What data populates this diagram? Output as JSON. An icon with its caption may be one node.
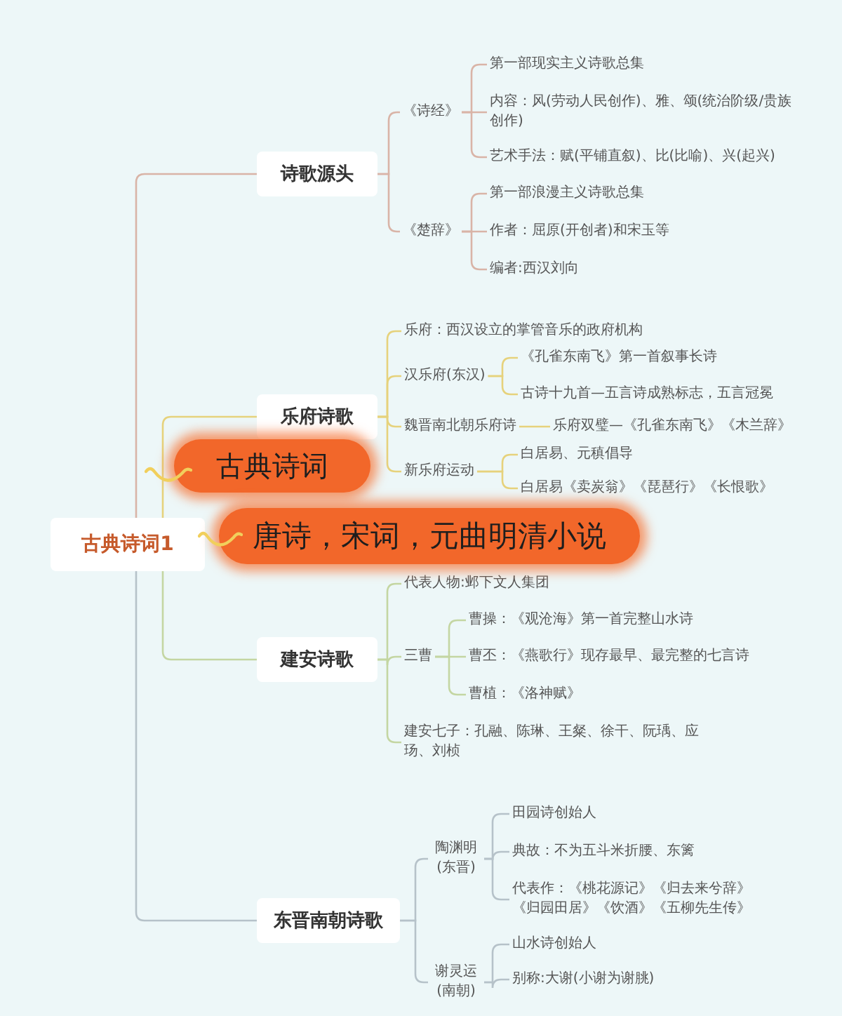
{
  "diagram": {
    "nodes": [
      {
        "text": [
          "古典诗词1"
        ]
      },
      {
        "text": [
          "诗歌源头"
        ]
      },
      {
        "text": [
          "《诗经》"
        ]
      },
      {
        "text": [
          "第一部现实主义诗歌总集"
        ]
      },
      {
        "text": [
          "内容：风(劳动人民创作)、雅、颂(统治阶级/贵族创作)"
        ]
      },
      {
        "text": [
          "艺术手法：赋(平铺直叙)、比(比喻)、兴(起兴)"
        ]
      },
      {
        "text": [
          "《楚辞》"
        ]
      },
      {
        "text": [
          "第一部浪漫主义诗歌总集"
        ]
      },
      {
        "text": [
          "作者：屈原(开创者)和宋玉等"
        ]
      },
      {
        "text": [
          "编者:西汉刘向"
        ]
      },
      {
        "text": [
          "乐府诗歌"
        ]
      },
      {
        "text": [
          "乐府：西汉设立的掌管音乐的政府机构"
        ]
      },
      {
        "text": [
          "汉乐府(东汉)"
        ]
      },
      {
        "text": [
          "《孔雀东南飞》第一首叙事长诗"
        ]
      },
      {
        "text": [
          "古诗十九首—五言诗成熟标志，五言冠冕"
        ]
      },
      {
        "text": [
          "魏晋南北朝乐府诗"
        ]
      },
      {
        "text": [
          "乐府双璧—《孔雀东南飞》《木兰辞》"
        ]
      },
      {
        "text": [
          "新乐府运动"
        ]
      },
      {
        "text": [
          "白居易、元稹倡导"
        ]
      },
      {
        "text": [
          "白居易《卖炭翁》《琵琶行》《长恨歌》"
        ]
      },
      {
        "text": [
          "古典诗词"
        ]
      },
      {
        "text": [
          "唐诗，宋词，元曲明清小说"
        ]
      },
      {
        "text": [
          "建安诗歌"
        ]
      },
      {
        "text": [
          "代表人物:邺下文人集团"
        ]
      },
      {
        "text": [
          "三曹"
        ]
      },
      {
        "text": [
          "曹操：《观沧海》第一首完整山水诗"
        ]
      },
      {
        "text": [
          "曹丕：《燕歌行》现存最早、最完整的七言诗"
        ]
      },
      {
        "text": [
          "曹植：《洛神赋》"
        ]
      },
      {
        "text": [
          "建安七子：孔融、陈琳、王粲、徐干、阮瑀、应玚、刘桢"
        ]
      },
      {
        "text": [
          "东晋南朝诗歌"
        ]
      },
      {
        "text": [
          "陶渊明(东晋)"
        ]
      },
      {
        "text": [
          "田园诗创始人"
        ]
      },
      {
        "text": [
          "典故：不为五斗米折腰、东篱"
        ]
      },
      {
        "text": [
          "代表作：《桃花源记》《归去来兮辞》《归园田居》《饮酒》《五柳先生传》"
        ]
      },
      {
        "text": [
          "谢灵运(南朝)"
        ]
      },
      {
        "text": [
          "山水诗创始人"
        ]
      },
      {
        "text": [
          "别称:大谢(小谢为谢朓)"
        ]
      }
    ],
    "edges": [
      {
        "from": 0,
        "to": 1,
        "arrow": "none",
        "color": "#d9b4a7"
      },
      {
        "from": 1,
        "to": 2,
        "arrow": "none",
        "color": "#d9b4a7"
      },
      {
        "from": 1,
        "to": 6,
        "arrow": "none",
        "color": "#d9b4a7"
      },
      {
        "from": 2,
        "to": 3,
        "arrow": "none",
        "color": "#d9b4a7"
      },
      {
        "from": 2,
        "to": 4,
        "arrow": "none",
        "color": "#d9b4a7"
      },
      {
        "from": 2,
        "to": 5,
        "arrow": "none",
        "color": "#d9b4a7"
      },
      {
        "from": 6,
        "to": 7,
        "arrow": "none",
        "color": "#d9b4a7"
      },
      {
        "from": 6,
        "to": 8,
        "arrow": "none",
        "color": "#d9b4a7"
      },
      {
        "from": 6,
        "to": 9,
        "arrow": "none",
        "color": "#d9b4a7"
      },
      {
        "from": 0,
        "to": 10,
        "arrow": "none",
        "color": "#e6d27c"
      },
      {
        "from": 10,
        "to": 11,
        "arrow": "none",
        "color": "#e6d27c"
      },
      {
        "from": 10,
        "to": 12,
        "arrow": "none",
        "color": "#e6d27c"
      },
      {
        "from": 10,
        "to": 15,
        "arrow": "none",
        "color": "#e6d27c"
      },
      {
        "from": 10,
        "to": 17,
        "arrow": "none",
        "color": "#e6d27c"
      },
      {
        "from": 12,
        "to": 13,
        "arrow": "none",
        "color": "#e6d27c"
      },
      {
        "from": 12,
        "to": 14,
        "arrow": "none",
        "color": "#e6d27c"
      },
      {
        "from": 15,
        "to": 16,
        "arrow": "none",
        "color": "#e6d27c"
      },
      {
        "from": 17,
        "to": 18,
        "arrow": "none",
        "color": "#e6d27c"
      },
      {
        "from": 17,
        "to": 19,
        "arrow": "none",
        "color": "#e6d27c"
      },
      {
        "from": 0,
        "to": 22,
        "arrow": "none",
        "color": "#c4d6a2"
      },
      {
        "from": 22,
        "to": 23,
        "arrow": "none",
        "color": "#c4d6a2"
      },
      {
        "from": 22,
        "to": 24,
        "arrow": "none",
        "color": "#c4d6a2"
      },
      {
        "from": 22,
        "to": 28,
        "arrow": "none",
        "color": "#c4d6a2"
      },
      {
        "from": 24,
        "to": 25,
        "arrow": "none",
        "color": "#c4d6a2"
      },
      {
        "from": 24,
        "to": 26,
        "arrow": "none",
        "color": "#c4d6a2"
      },
      {
        "from": 24,
        "to": 27,
        "arrow": "none",
        "color": "#c4d6a2"
      },
      {
        "from": 0,
        "to": 29,
        "arrow": "none",
        "color": "#b6c2c9"
      },
      {
        "from": 29,
        "to": 30,
        "arrow": "none",
        "color": "#b6c2c9"
      },
      {
        "from": 29,
        "to": 34,
        "arrow": "none",
        "color": "#b6c2c9"
      },
      {
        "from": 30,
        "to": 31,
        "arrow": "none",
        "color": "#b6c2c9"
      },
      {
        "from": 30,
        "to": 32,
        "arrow": "none",
        "color": "#b6c2c9"
      },
      {
        "from": 30,
        "to": 33,
        "arrow": "none",
        "color": "#b6c2c9"
      },
      {
        "from": 34,
        "to": 35,
        "arrow": "none",
        "color": "#b6c2c9"
      },
      {
        "from": 34,
        "to": 36,
        "arrow": "none",
        "color": "#b6c2c9"
      }
    ]
  }
}
